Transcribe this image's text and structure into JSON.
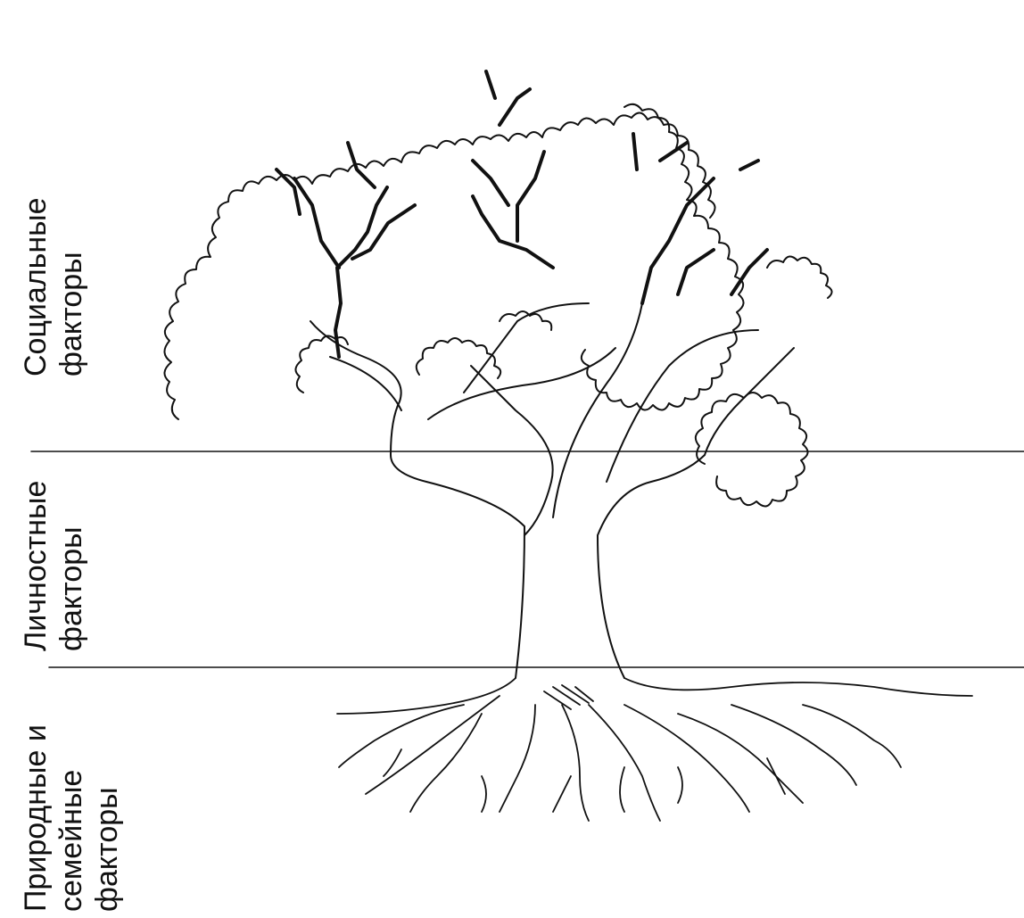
{
  "labels": {
    "social": {
      "line1": "Социальные",
      "line2": "факторы"
    },
    "personal": {
      "line1": "Личностные",
      "line2": "факторы"
    },
    "natural": {
      "line1": "Природные и",
      "line2": "семейные",
      "line3": "факторы"
    }
  },
  "colors": {
    "ink": "#111111",
    "background": "#ffffff"
  }
}
